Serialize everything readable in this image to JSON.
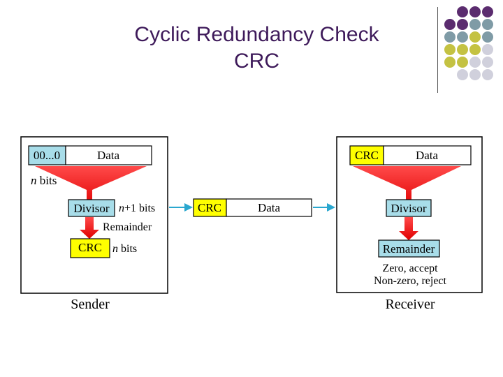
{
  "slide": {
    "title_line1": "Cyclic Redundancy Check",
    "title_line2": "CRC"
  },
  "decoration": {
    "dot_colors": [
      "#5b2c6f",
      "#7f9ba6",
      "#c4c242",
      "#d0d0dc"
    ]
  },
  "sender": {
    "zeros_label": "00...0",
    "data_label": "Data",
    "n_bits_var": "n",
    "n_bits_suffix": " bits",
    "divisor_label": "Divisor",
    "divisor_bits_var": "n",
    "divisor_bits_suffix": "+1 bits",
    "remainder_label": "Remainder",
    "crc_label": "CRC",
    "crc_bits_var": "n",
    "crc_bits_suffix": " bits",
    "caption": "Sender"
  },
  "transmitted": {
    "crc_label": "CRC",
    "data_label": "Data"
  },
  "receiver": {
    "crc_label": "CRC",
    "data_label": "Data",
    "divisor_label": "Divisor",
    "remainder_label": "Remainder",
    "result_line1": "Zero, accept",
    "result_line2": "Non-zero, reject",
    "caption": "Receiver"
  },
  "colors": {
    "light_blue": "#a8dde9",
    "yellow": "#ffff00",
    "red_arrow": "#ff0000",
    "cyan_arrow": "#2aa7cf",
    "title": "#3e1a5a"
  }
}
